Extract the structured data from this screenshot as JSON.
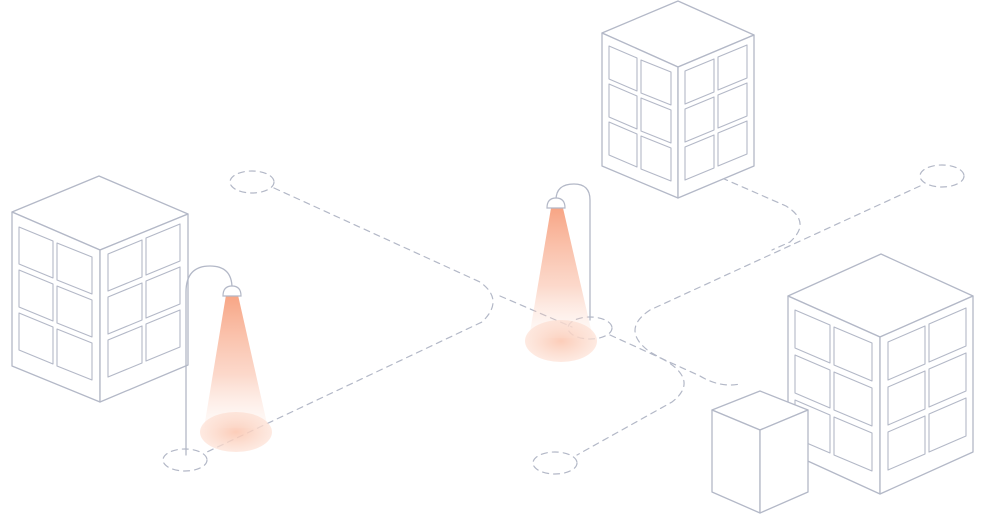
{
  "colors": {
    "outline": "#b3b8c7",
    "light_beam": "#f7a07e",
    "background": "#ffffff"
  },
  "scene": {
    "buildings": [
      "building-left",
      "building-top-center",
      "building-right",
      "small-block"
    ],
    "street_lamps": [
      "street-lamp-left",
      "street-lamp-center"
    ],
    "path_nodes": 5
  }
}
